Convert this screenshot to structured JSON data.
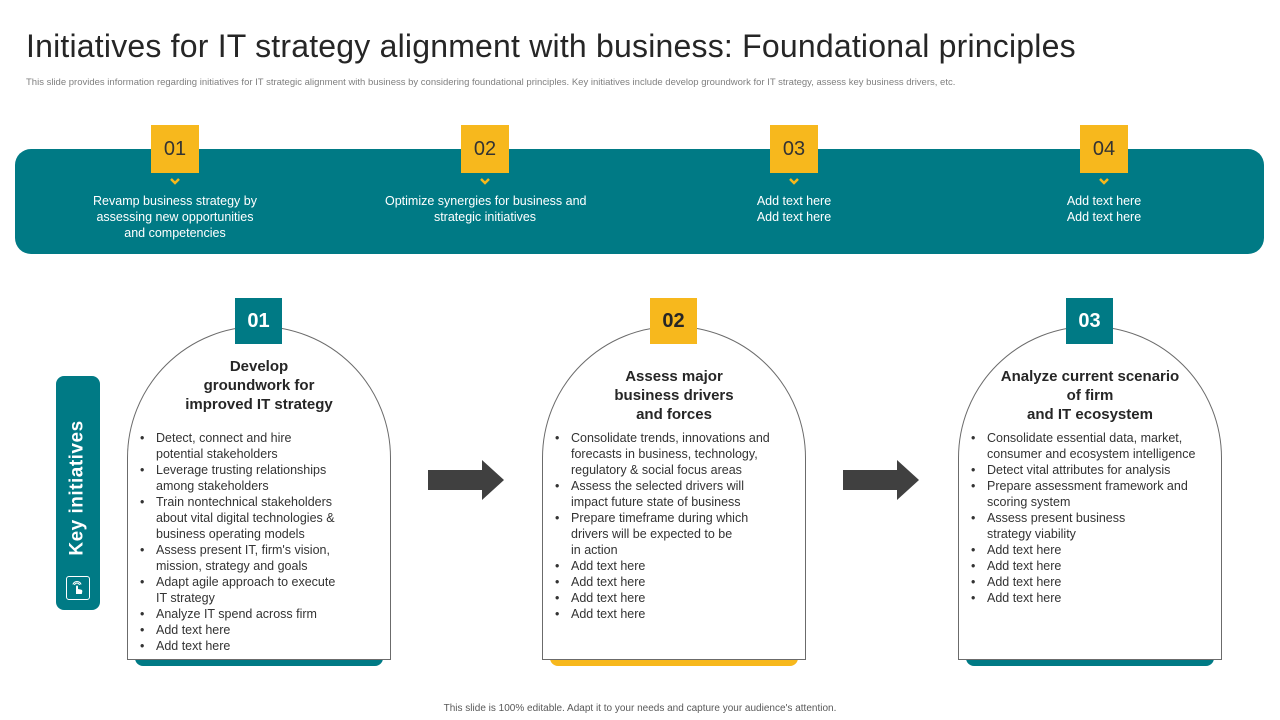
{
  "slide": {
    "title": "Initiatives for IT strategy alignment with business: Foundational principles",
    "subtitle": "This slide provides information regarding initiatives for IT  strategic alignment  with business by considering foundational principles. Key initiatives include develop groundwork for IT strategy, assess key business drivers, etc.",
    "footer": "This slide is 100% editable.  Adapt it to your needs and capture your audience's attention."
  },
  "colors": {
    "teal": "#007a85",
    "yellow": "#f7b81d",
    "dark": "#262626"
  },
  "principles": [
    {
      "number": "01",
      "lines": [
        "Revamp  business strategy by",
        "assessing new opportunities",
        "and competencies"
      ]
    },
    {
      "number": "02",
      "lines": [
        "Optimize synergies for business and",
        "strategic initiatives"
      ]
    },
    {
      "number": "03",
      "lines": [
        "Add text here",
        "Add text here"
      ]
    },
    {
      "number": "04",
      "lines": [
        "Add text here",
        "Add text here"
      ]
    }
  ],
  "key_initiatives": {
    "label": "Key initiatives",
    "icon": "touch-hand-icon"
  },
  "initiatives": [
    {
      "number": "01",
      "heading": [
        "Develop",
        "groundwork for",
        "improved IT strategy"
      ],
      "bullets": [
        [
          "Detect, connect and hire",
          "potential stakeholders"
        ],
        [
          "Leverage  trusting relationships",
          "among stakeholders"
        ],
        [
          "Train nontechnical stakeholders",
          "about vital digital technologies &",
          "business operating models"
        ],
        [
          "Assess present IT, firm's vision,",
          "mission, strategy and goals"
        ],
        [
          "Adapt agile approach  to execute",
          "IT strategy"
        ],
        [
          "Analyze IT spend across firm"
        ],
        [
          "Add text here"
        ],
        [
          "Add text here"
        ]
      ]
    },
    {
      "number": "02",
      "heading": [
        "Assess  major",
        "business drivers",
        "and forces"
      ],
      "bullets": [
        [
          "Consolidate trends, innovations and",
          "forecasts in business, technology,",
          "regulatory  & social focus areas"
        ],
        [
          "Assess the selected drivers  will",
          "impact future state of business"
        ],
        [
          "Prepare timeframe  during which",
          "drivers  will be expected to be",
          "in action"
        ],
        [
          "Add text here"
        ],
        [
          "Add text here"
        ],
        [
          "Add text here"
        ],
        [
          "Add text here"
        ]
      ]
    },
    {
      "number": "03",
      "heading": [
        "Analyze current scenario",
        "of firm",
        "and IT ecosystem"
      ],
      "bullets": [
        [
          "Consolidate essential data, market,",
          "consumer and ecosystem intelligence"
        ],
        [
          "Detect vital attributes for analysis"
        ],
        [
          "Prepare  assessment framework  and",
          "scoring system"
        ],
        [
          "Assess present business",
          "strategy viability"
        ],
        [
          "Add text here"
        ],
        [
          "Add text here"
        ],
        [
          "Add text here"
        ],
        [
          "Add text here"
        ]
      ]
    }
  ]
}
